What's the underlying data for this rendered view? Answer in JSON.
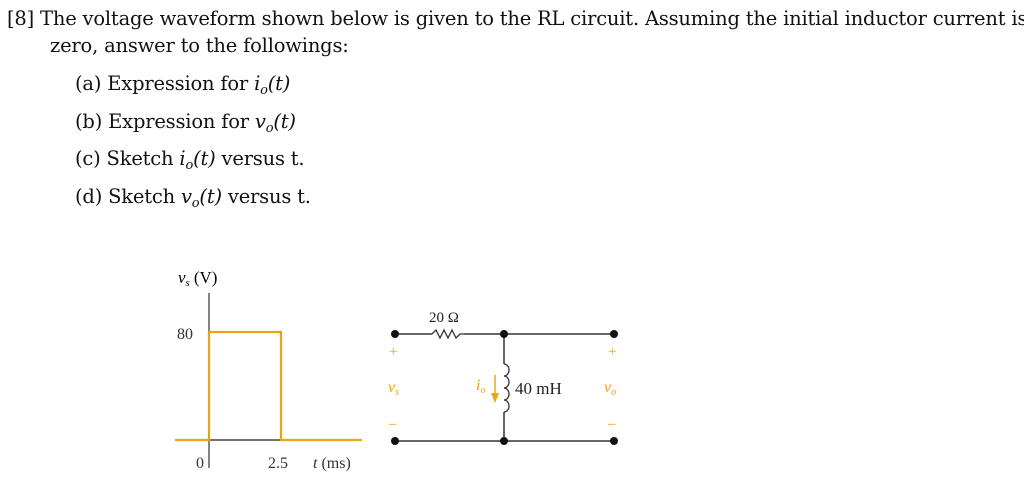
{
  "question": {
    "number": "[8]",
    "line1": "The voltage waveform shown below is given to the RL circuit. Assuming the initial inductor current is",
    "line2": "zero, answer to the followings:",
    "items": [
      {
        "label": "(a)",
        "text": "Expression for",
        "var": "i",
        "sub": "o",
        "arg": "(t)",
        "tail": ""
      },
      {
        "label": "(b)",
        "text": "Expression for",
        "var": "v",
        "sub": "o",
        "arg": "(t)",
        "tail": ""
      },
      {
        "label": "(c)",
        "text": "Sketch",
        "var": "i",
        "sub": "o",
        "arg": "(t)",
        "tail": "versus t."
      },
      {
        "label": "(d)",
        "text": "Sketch",
        "var": "v",
        "sub": "o",
        "arg": "(t)",
        "tail": "versus t."
      }
    ]
  },
  "chart_data": {
    "type": "line",
    "title": "",
    "ylabel": "v_s (V)",
    "xlabel": "t (ms)",
    "x": [
      -0.5,
      0,
      0,
      2.5,
      2.5,
      3.5
    ],
    "y": [
      0,
      0,
      80,
      80,
      0,
      0
    ],
    "x_ticks": [
      "0",
      "2.5"
    ],
    "y_ticks": [
      "80"
    ],
    "xlim": [
      -0.5,
      3.5
    ],
    "ylim": [
      0,
      100
    ],
    "grid": false,
    "series": [
      {
        "name": "v_s",
        "color": "#e8a317"
      }
    ]
  },
  "waveform": {
    "y_axis_label_var": "v",
    "y_axis_label_sub": "s",
    "y_axis_unit": "(V)",
    "y_tick": "80",
    "x_tick_zero": "0",
    "x_tick_end": "2.5",
    "x_axis_label_var": "t",
    "x_axis_unit": "(ms)"
  },
  "circuit": {
    "resistor_label": "20 Ω",
    "inductor_label": "40 mH",
    "source_var": "v",
    "source_sub": "s",
    "output_var": "v",
    "output_sub": "o",
    "current_var": "i",
    "current_sub": "o",
    "plus": "+",
    "minus": "–"
  },
  "colors": {
    "accent": "#e8a317",
    "wire": "#333333",
    "text": "#111111"
  }
}
